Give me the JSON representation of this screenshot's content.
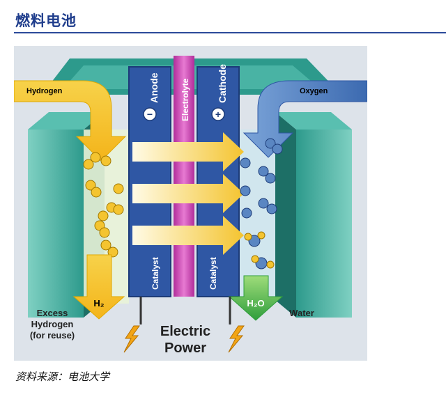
{
  "header": {
    "title": "燃料电池"
  },
  "diagram": {
    "labels": {
      "hydrogen": "Hydrogen",
      "oxygen": "Oxygen",
      "anode": "Anode",
      "electrolyte": "Electrolyte",
      "cathode": "Cathode",
      "catalyst_left": "Catalyst",
      "catalyst_right": "Catalyst",
      "h2": "H₂",
      "h2o": "H₂O",
      "excess_line1": "Excess",
      "excess_line2": "Hydrogen",
      "excess_line3": "(for reuse)",
      "water": "Water",
      "electric": "Electric",
      "power": "Power",
      "anode_symbol": "−",
      "cathode_symbol": "+"
    },
    "colors": {
      "background": "#dde3ea",
      "housing_teal": "#2d9a8c",
      "housing_dark": "#1d6f66",
      "anode_blue": "#2f57a4",
      "electrolyte_magenta": "#c234a6",
      "hydrogen_arrow": "#f4c430",
      "oxygen_arrow": "#5a86c2",
      "water_arrow": "#3aa84a",
      "lightning": "#f2a516"
    }
  },
  "footer": {
    "source": "资料来源：电池大学"
  }
}
